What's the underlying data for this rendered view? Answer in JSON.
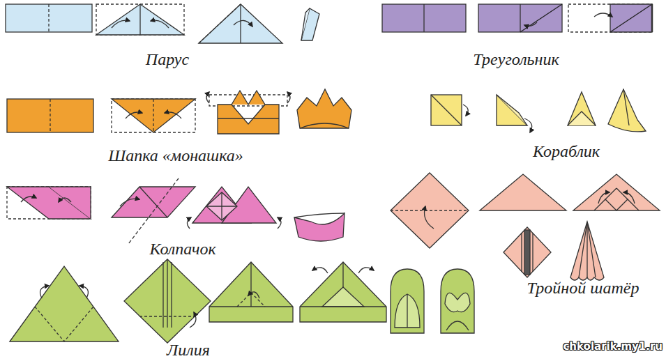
{
  "diagram": {
    "labels": [
      "Парус",
      "Треугольник",
      "Шапка «монашка»",
      "Кораблик",
      "Колпачок",
      "Тройной шатёр",
      "Лилия",
      "chkolarik.my1.ru"
    ]
  }
}
